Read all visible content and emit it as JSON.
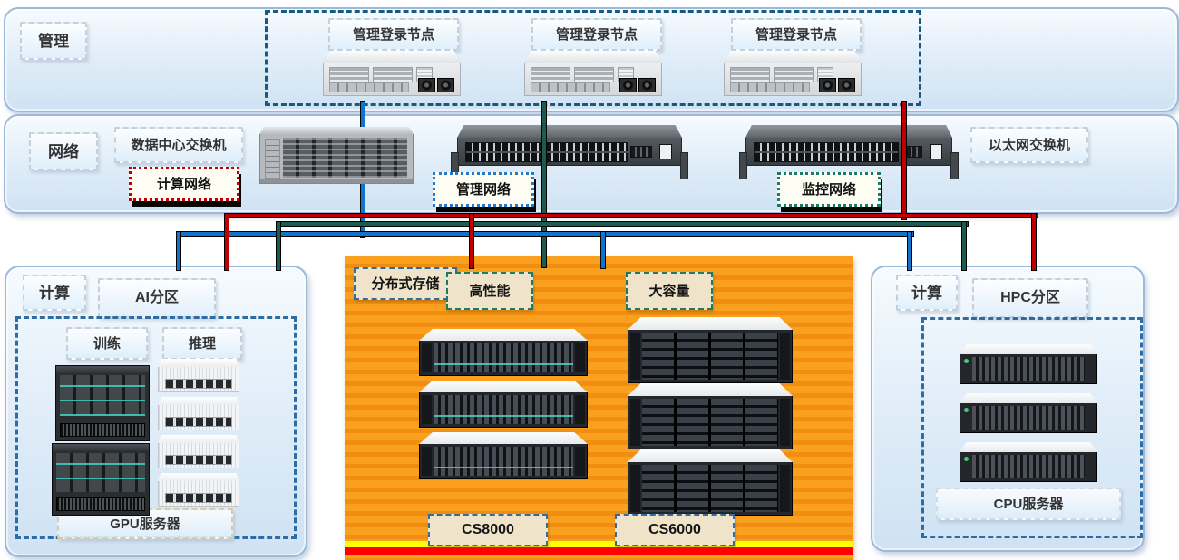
{
  "management_band": {
    "label": "管理",
    "login_nodes": [
      {
        "label": "管理登录节点"
      },
      {
        "label": "管理登录节点"
      },
      {
        "label": "管理登录节点"
      }
    ]
  },
  "network_band": {
    "label": "网络",
    "datacenter_switch_label": "数据中心交换机",
    "ethernet_switch_label": "以太网交换机",
    "networks": {
      "compute": {
        "label": "计算网络",
        "tag_border_color": "#c00000"
      },
      "management": {
        "label": "管理网络",
        "tag_border_color": "#2779c4"
      },
      "monitoring": {
        "label": "监控网络",
        "tag_border_color": "#1e7a66"
      }
    }
  },
  "compute_left": {
    "label": "计算",
    "partition_label": "AI分区",
    "training_label": "训练",
    "inference_label": "推理",
    "servers_label": "GPU服务器"
  },
  "storage": {
    "label": "分布式存储",
    "high_performance_label": "高性能",
    "high_capacity_label": "大容量",
    "cs8000_label": "CS8000",
    "cs6000_label": "CS6000",
    "background_color": "#f7941e"
  },
  "compute_right": {
    "label": "计算",
    "partition_label": "HPC分区",
    "servers_label": "CPU服务器"
  },
  "line_colors": {
    "blue_line": "#1273cd",
    "teal_line": "#1a5c50",
    "red_line": "#c00000"
  }
}
